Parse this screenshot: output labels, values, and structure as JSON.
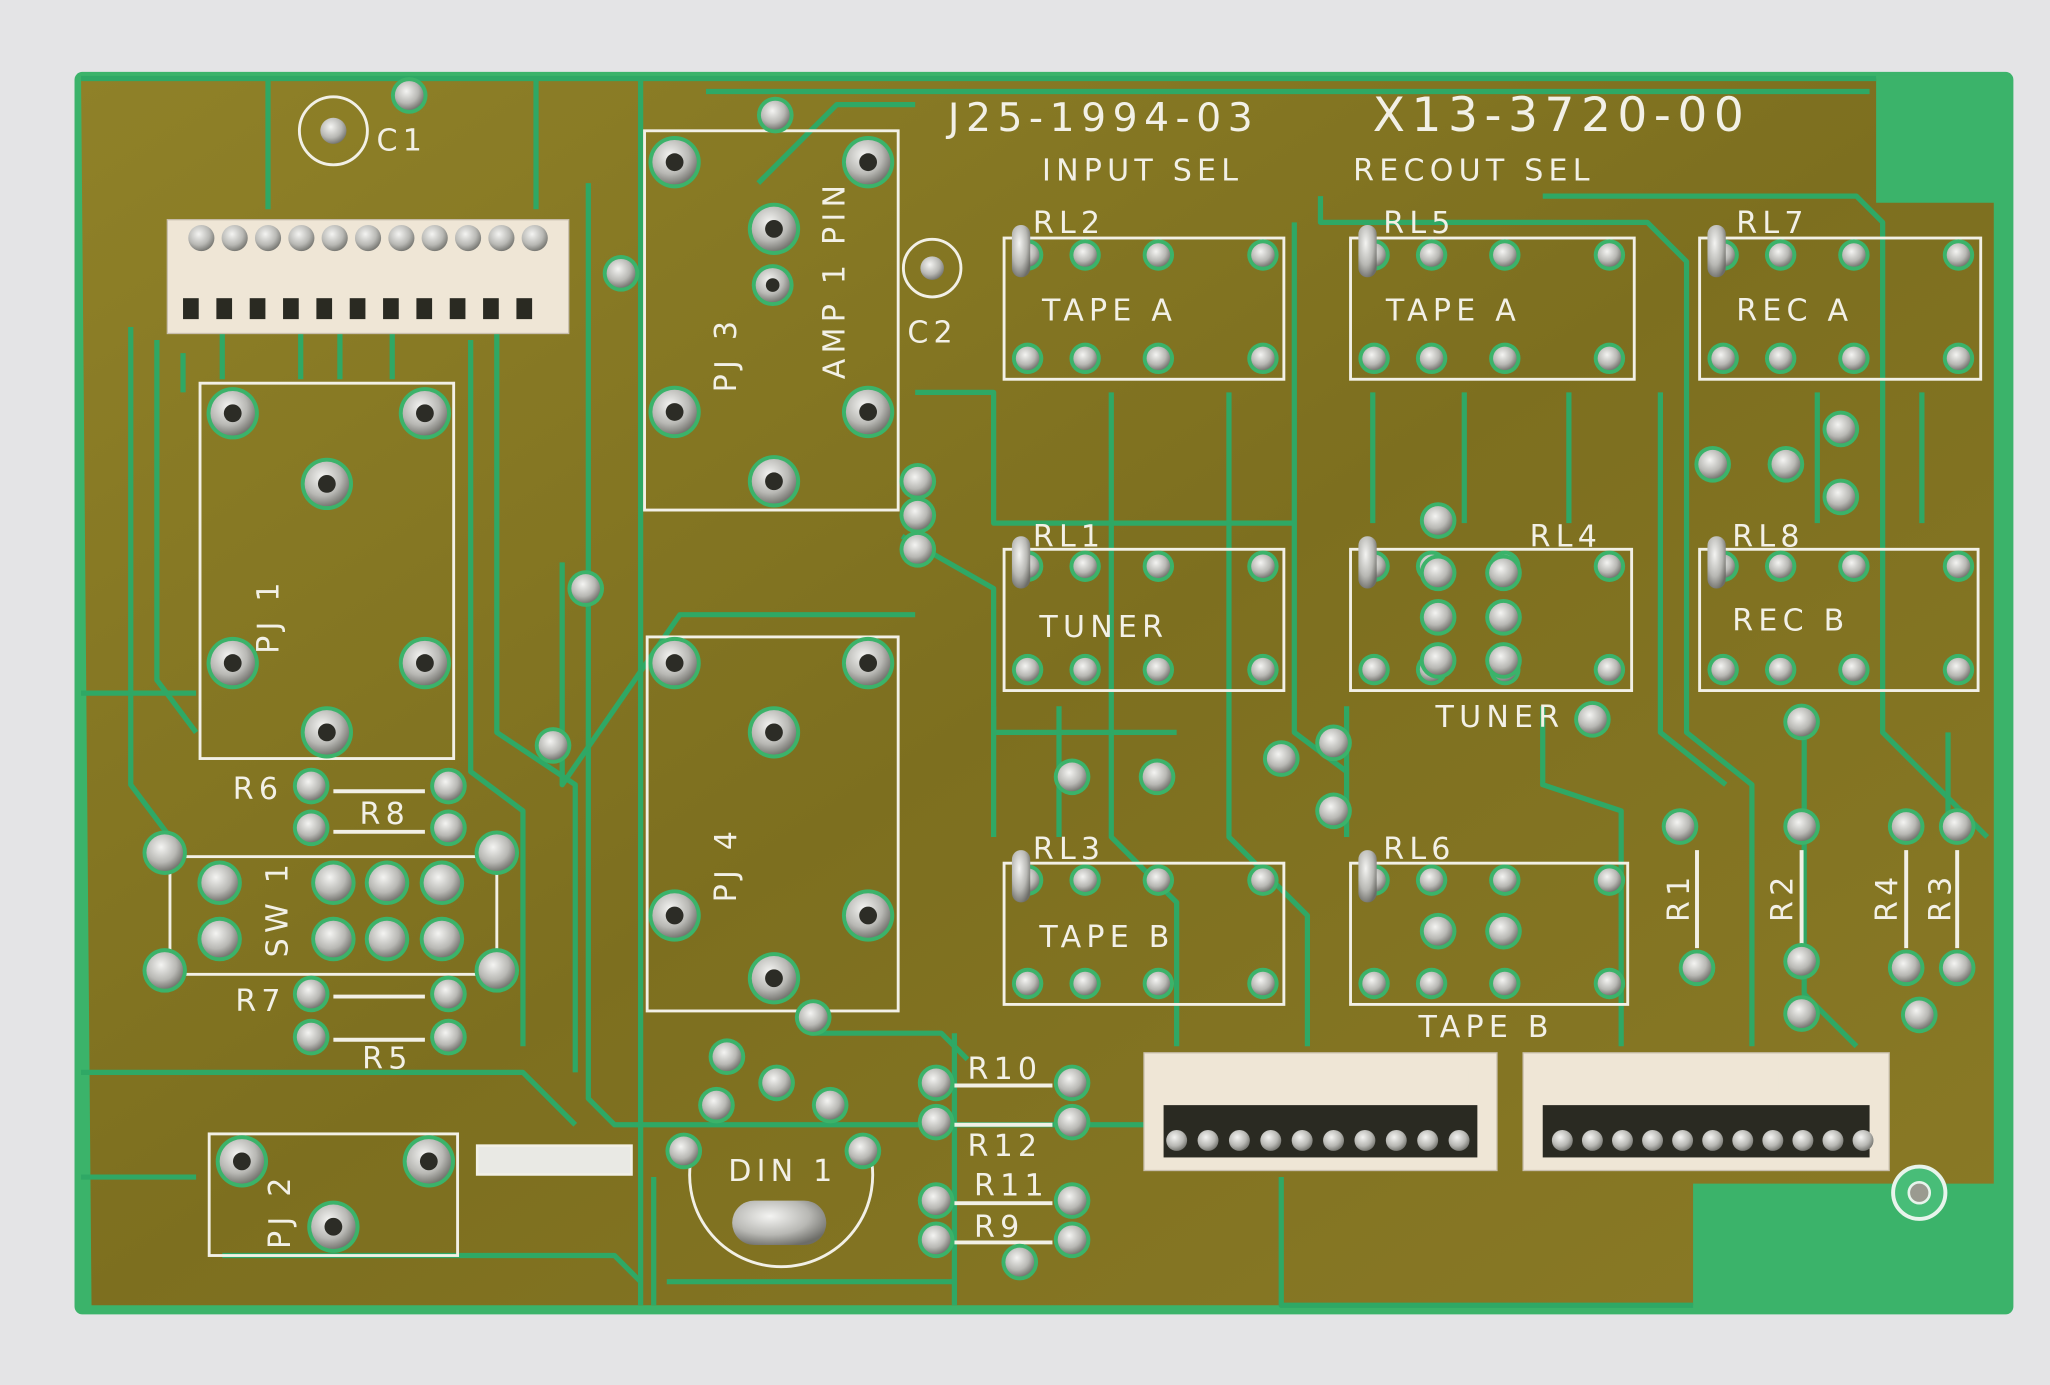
{
  "board": {
    "part_numbers": [
      "J25-1994-03",
      "X13-3720-00"
    ],
    "section_labels": [
      "INPUT SEL",
      "RECOUT SEL"
    ],
    "colors": {
      "copper": "#8a7a24",
      "mask_green": "#3bb36a",
      "silkscreen": "#f2f0e6",
      "connector": "#efe6d6",
      "background": "#e6e6e8"
    }
  },
  "relays": [
    {
      "ref": "RL2",
      "label": "TAPE A"
    },
    {
      "ref": "RL5",
      "label": "TAPE A"
    },
    {
      "ref": "RL7",
      "label": "REC A"
    },
    {
      "ref": "RL1",
      "label": "TUNER"
    },
    {
      "ref": "RL4",
      "label": "TUNER"
    },
    {
      "ref": "RL8",
      "label": "REC B"
    },
    {
      "ref": "RL3",
      "label": "TAPE B"
    },
    {
      "ref": "RL6",
      "label": "TAPE B"
    }
  ],
  "jacks": {
    "pj1": "PJ 1",
    "pj2": "PJ 2",
    "pj3": "PJ 3",
    "pj4": "PJ 4",
    "amp": "AMP 1 PIN",
    "din": "DIN 1"
  },
  "components": {
    "c1": "C1",
    "c2": "C2",
    "sw1": "SW 1",
    "r1": "R1",
    "r2": "R2",
    "r3": "R3",
    "r4": "R4",
    "r5": "R5",
    "r6": "R6",
    "r7": "R7",
    "r8": "R8",
    "r9": "R9",
    "r10": "R10",
    "r11": "R11",
    "r12": "R12"
  }
}
